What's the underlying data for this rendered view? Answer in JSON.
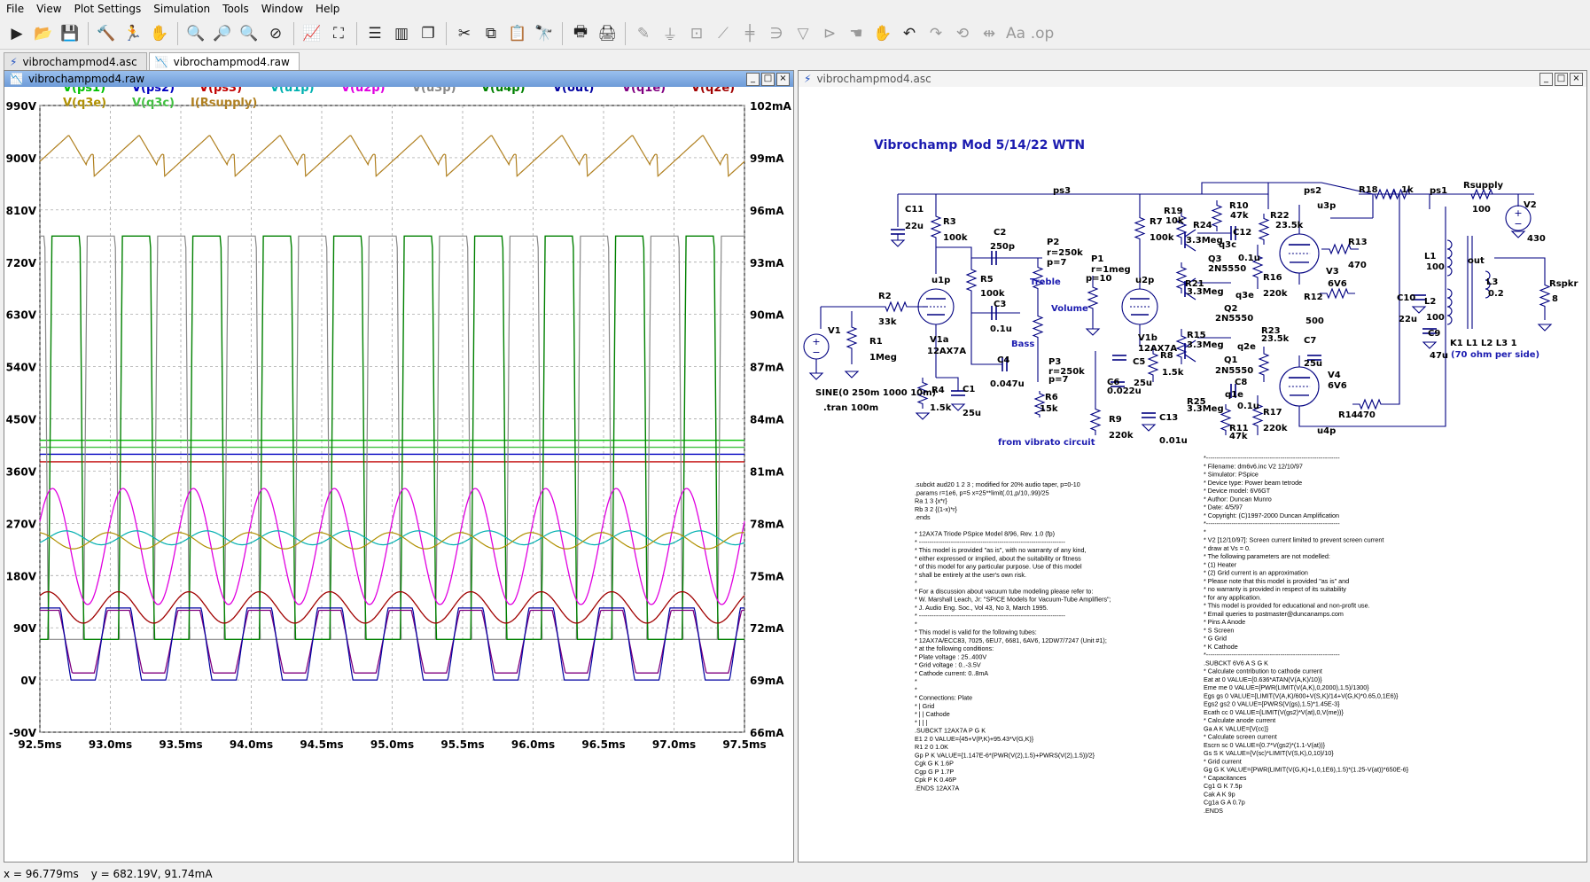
{
  "menu": [
    "File",
    "View",
    "Plot Settings",
    "Simulation",
    "Tools",
    "Window",
    "Help"
  ],
  "toolbar_icons": [
    "run-icon",
    "open-icon",
    "save-icon",
    "control-panel-icon",
    "run-sim-icon",
    "halt-icon",
    "zoom-in-icon",
    "zoom-full-icon",
    "zoom-out-icon",
    "zoom-cancel-icon",
    "autorange-icon",
    "pick-visible-icon",
    "tile-horizontal-icon",
    "tile-vertical-icon",
    "cascade-icon",
    "cut-icon",
    "copy-icon",
    "paste-icon",
    "find-icon",
    "print-icon",
    "print-setup-icon",
    "wire-icon",
    "ground-icon",
    "label-icon",
    "resistor-icon",
    "capacitor-icon",
    "inductor-icon",
    "diode-icon",
    "component-icon",
    "move-icon",
    "drag-icon",
    "undo-icon",
    "redo-icon",
    "rotate-icon",
    "mirror-icon",
    "text-icon",
    "spice-directive-icon"
  ],
  "tabs": [
    "vibrochampmod4.asc",
    "vibrochampmod4.raw"
  ],
  "waveform": {
    "title": "vibrochampmod4.raw",
    "legend_row1": [
      {
        "name": "V(ps1)",
        "color": "#00c000"
      },
      {
        "name": "V(ps2)",
        "color": "#0000c0"
      },
      {
        "name": "V(ps3)",
        "color": "#c00000"
      },
      {
        "name": "V(u1p)",
        "color": "#00b0b0"
      },
      {
        "name": "V(u2p)",
        "color": "#e000e0"
      },
      {
        "name": "V(u3p)",
        "color": "#888888"
      },
      {
        "name": "V(u4p)",
        "color": "#008000"
      },
      {
        "name": "V(out)",
        "color": "#0000a0"
      },
      {
        "name": "V(q1e)",
        "color": "#800080"
      },
      {
        "name": "V(q2e)",
        "color": "#a00000"
      }
    ],
    "legend_row2": [
      {
        "name": "V(q3e)",
        "color": "#b09000"
      },
      {
        "name": "V(q3c)",
        "color": "#40c040"
      },
      {
        "name": "I(Rsupply)",
        "color": "#b08020"
      }
    ],
    "y_left_ticks": [
      "990V",
      "900V",
      "810V",
      "720V",
      "630V",
      "540V",
      "450V",
      "360V",
      "270V",
      "180V",
      "90V",
      "0V",
      "-90V"
    ],
    "y_right_ticks": [
      "102mA",
      "99mA",
      "96mA",
      "93mA",
      "90mA",
      "87mA",
      "84mA",
      "81mA",
      "78mA",
      "75mA",
      "72mA",
      "69mA",
      "66mA"
    ],
    "x_ticks": [
      "92.5ms",
      "93.0ms",
      "93.5ms",
      "94.0ms",
      "94.5ms",
      "95.0ms",
      "95.5ms",
      "96.0ms",
      "96.5ms",
      "97.0ms",
      "97.5ms"
    ]
  },
  "chart_data": {
    "type": "line",
    "xlabel": "",
    "ylabel": "",
    "xlim": [
      92.5,
      97.5
    ],
    "ylim": [
      -90,
      990
    ],
    "y2lim": [
      66,
      102
    ],
    "grid": true,
    "legend": "top",
    "series": [
      {
        "name": "V(ps1)",
        "level": 413
      },
      {
        "name": "V(ps2)",
        "level": 389
      },
      {
        "name": "V(ps3)",
        "level": 376
      },
      {
        "name": "V(q3c)",
        "level": 401
      },
      {
        "name": "V(u1p)",
        "center": 245,
        "amplitude": 12,
        "period_ms": 0.5
      },
      {
        "name": "V(u2p)",
        "center": 230,
        "amplitude": 100,
        "period_ms": 0.5
      },
      {
        "name": "V(u3p)",
        "high": 765,
        "low": 70,
        "period_ms": 0.5
      },
      {
        "name": "V(u4p)",
        "high": 765,
        "low": 70,
        "period_ms": 0.5
      },
      {
        "name": "V(q2e)",
        "center": 125,
        "amplitude": 27,
        "period_ms": 0.5
      },
      {
        "name": "V(q1e)",
        "high": 120,
        "low": 12,
        "period_ms": 0.5
      },
      {
        "name": "V(out)",
        "high": 125,
        "low": 0,
        "period_ms": 0.5
      },
      {
        "name": "V(q3e)",
        "center": 240,
        "amplitude": 14,
        "period_ms": 0.5
      },
      {
        "name": "I(Rsupply)",
        "unit": "mA",
        "high": 100.2,
        "low": 97.8,
        "period_ms": 0.5
      }
    ]
  },
  "schematic": {
    "title_bar": "vibrochampmod4.asc",
    "heading": "Vibrochamp Mod 5/14/22 WTN",
    "nets": [
      "ps3",
      "ps2",
      "ps1",
      "u3p",
      "u4p",
      "out",
      "u1p",
      "u2p",
      "q3c",
      "q3e",
      "q2e",
      "q1e"
    ],
    "labels": {
      "c11": "C11",
      "c11v": "22u",
      "r3": "R3",
      "r3v": "100k",
      "c2": "C2",
      "c2v": "250p",
      "p2": "P2",
      "p2r": "r=250k",
      "p2p": "p=7",
      "p1": "P1",
      "p1r": "r=1meg",
      "p1p": "p=10",
      "r7": "R7",
      "r7v": "100k",
      "r19": "R19",
      "r19v": "10k",
      "r24": "R24",
      "r24v": "3.3Meg",
      "r10": "R10",
      "r10v": "47k",
      "q3": "Q3",
      "q3v": "2N5550",
      "c12": "C12",
      "c12v": "0.1u",
      "r22": "R22",
      "r22v": "23.5k",
      "r18": "R18",
      "r18v": "1k",
      "rsupply": "Rsupply",
      "rsupplyv": "100",
      "v2": "V2",
      "v2v": "430",
      "r5": "R5",
      "r5v": "100k",
      "treble": "Treble",
      "volume": "Volume",
      "c3": "C3",
      "c3v": "0.1u",
      "bass": "Bass",
      "r2": "R2",
      "r2v": "33k",
      "v1": "V1",
      "r1": "R1",
      "r1v": "1Meg",
      "v1a": "V1a",
      "v1at": "12AX7A",
      "v1b": "V1b",
      "v1bt": "12AX7A",
      "r21": "R21",
      "r21v": "3.3Meg",
      "q2": "Q2",
      "q2v": "2N5550",
      "r16": "R16",
      "r16v": "220k",
      "v3": "V3",
      "v3v": "6V6",
      "r13": "R13",
      "r13v": "470",
      "r12": "R12",
      "r12v": "500",
      "c10": "C10",
      "c10v": "22u",
      "l1": "L1",
      "l1v": "100",
      "l2": "L2",
      "l2v": "100",
      "l3": "L3",
      "l3v": "0.2",
      "rspkr": "Rspkr",
      "rspkrv": "8",
      "c9": "C9",
      "c9v": "47u",
      "k1": "K1 L1 L2 L3 1",
      "k1n": "(70 ohm per side)",
      "c4": "C4",
      "c4v": "0.047u",
      "p3": "P3",
      "p3r": "r=250k",
      "p3p": "p=7",
      "r8": "R8",
      "r8v": "1.5k",
      "c5": "C5",
      "c5v": "25u",
      "r15": "R15",
      "r15v": "3.3Meg",
      "q1": "Q1",
      "q1v": "2N5550",
      "r23": "R23",
      "r23v": "23.5k",
      "c7": "C7",
      "c7v": "25u",
      "v4": "V4",
      "v4v": "6V6",
      "r4": "R4",
      "r4v": "1.5k",
      "c1": "C1",
      "c1v": "25u",
      "r6": "R6",
      "r6v": "15k",
      "c6": "C6",
      "c6v": "0.022u",
      "r25": "R25",
      "r25v": "3.3Meg",
      "c8": "C8",
      "c8v": "0.1u",
      "r14": "R14",
      "r14v": "470",
      "r9": "R9",
      "r9v": "220k",
      "c13": "C13",
      "c13v": "0.01u",
      "r11": "R11",
      "r11v": "47k",
      "r17": "R17",
      "r17v": "220k",
      "sine": "SINE(0 250m 1000 10m)",
      "tran": ".tran 100m",
      "vibrato": "from vibrato circuit"
    },
    "left_code": [
      ".subckt aud20 1 2 3 ; modified for 20% audio taper, p=0-10",
      ".params r=1e6, p=5  x=25**limit(.01,p/10,.99)/25",
      "Ra 1 3 {x*r}",
      "Rb 3 2 {(1-x)*r}",
      ".ends",
      "",
      "* 12AX7A Triode PSpice Model                    8/96, Rev. 1.0  (fp)",
      "* ---------------------------------------------------------------------",
      "* This model is provided \"as is\", with no warranty of any kind,",
      "* either expressed or implied, about the suitability or fitness",
      "* of this model for any particular purpose.  Use of this model",
      "* shall be entirely at the user's own risk.",
      "*",
      "* For a discussion about vacuum tube modeling please refer to:",
      "* W. Marshall Leach, Jr: \"SPICE Models for Vacuum-Tube Amplifiers\";",
      "* J. Audio Eng. Soc., Vol 43, No 3, March 1995.",
      "* ---------------------------------------------------------------------",
      "*",
      "* This model is valid for the following tubes:",
      "* 12AX7A/ECC83, 7025, 6EU7, 6681, 6AV6, 12DW7/7247 (Unit #1);",
      "* at the following conditions:",
      "* Plate voltage  : 25..400V",
      "* Grid voltage   : 0..-3.5V",
      "* Cathode current: 0..8mA",
      "*",
      "*",
      "* Connections: Plate",
      "*              | Grid",
      "*              | | Cathode",
      "*              | | |",
      ".SUBCKT 12AX7A P G K",
      "E1  2  0  VALUE={45+V(P,K)+95.43*V(G,K)}",
      "R1  2  0  1.0K",
      "Gp  P  K  VALUE={1.147E-6*(PWR(V(2),1.5)+PWRS(V(2),1.5))/2}",
      "Cgk G  K  1.6P",
      "Cgp G  P  1.7P",
      "Cpk P  K  0.46P",
      ".ENDS 12AX7A"
    ],
    "right_code": [
      "*---------------------------------------------------------------",
      "* Filename:          dm6v6.inc  V2 12/10/97",
      "* Simulator:          PSpice",
      "* Device type:        Power beam tetrode",
      "* Device model:         6V6GT",
      "* Author:             Duncan Munro",
      "* Date:                    4/5/97",
      "* Copyright:          (C)1997-2000 Duncan Amplification",
      "*---------------------------------------------------------------",
      "*",
      "* V2 [12/10/97]: Screen current limited to prevent screen current",
      "*                draw at Vs = 0.",
      "* The following parameters are not modelled:",
      "*   (1) Heater",
      "*   (2) Grid current is an approximation",
      "* Please note that this model is provided \"as is\" and",
      "* no warranty is provided in respect of its suitability",
      "* for any application.",
      "* This model is provided for educational and non-profit use.",
      "* Email queries to postmaster@duncanamps.com",
      "* Pins  A  Anode",
      "*       S  Screen",
      "*       G  Grid",
      "*       K  Cathode",
      "*---------------------------------------------------------------",
      ".SUBCKT 6V6 A S G K",
      "* Calculate contribution to cathode current",
      "Eat      at        0        VALUE={0.636*ATAN(V(A,K)/10)}",
      "Eme      me        0        VALUE={PWR(LIMIT(V(A,K),0,2000),1.5)/1300}",
      "Egs      gs        0        VALUE={LIMIT(V(A,K)/600+V(S,K)/14+V(G,K)*0.65,0,1E6)}",
      "Egs2     gs2       0        VALUE={PWRS(V(gs),1.5)*1.45E-3}",
      "Ecath    cc        0        VALUE={LIMIT(V(gs2)*V(at),0,V(me))}",
      "* Calculate anode current",
      "Ga       A         K        VALUE={V(cc)}",
      "* Calculate screen current",
      "Escrn    sc        0        VALUE={0.7*V(gs2)*(1.1-V(at))}",
      "Gs       S         K        VALUE={V(sc)*LIMIT(V(S,K),0,10)/10}",
      "* Grid current",
      "Gg       G         K        VALUE={PWR(LIMIT(V(G,K)+1,0,1E6),1.5)*(1.25-V(at))*650E-6}",
      "* Capacitances",
      "Cg1      G         K        7.5p",
      "Cak      A         K        9p",
      "Cg1a     G         A        0.7p",
      ".ENDS"
    ]
  },
  "status": {
    "x": "x = 96.779ms",
    "y": "y = 682.19V, 91.74mA"
  }
}
